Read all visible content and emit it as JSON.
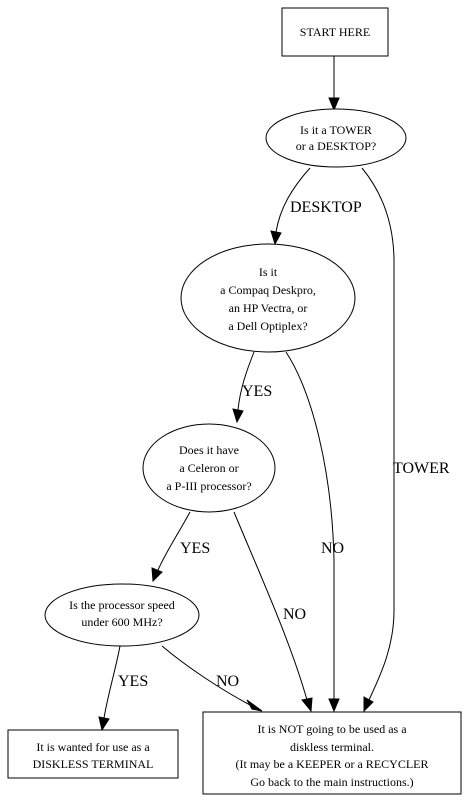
{
  "nodes": {
    "start": {
      "lines": [
        "START HERE"
      ]
    },
    "tower_desktop": {
      "lines": [
        "Is it a TOWER",
        "or a DESKTOP?"
      ]
    },
    "brand": {
      "lines": [
        "Is it",
        "a Compaq Deskpro,",
        "an HP Vectra, or",
        "a Dell Optiplex?"
      ]
    },
    "processor": {
      "lines": [
        "Does it have",
        "a Celeron or",
        "a P-III processor?"
      ]
    },
    "speed": {
      "lines": [
        "Is the processor speed",
        "under 600 MHz?"
      ]
    },
    "diskless": {
      "lines": [
        "It is wanted for use as a",
        "DISKLESS TERMINAL"
      ]
    },
    "not_diskless": {
      "lines": [
        "It is NOT going to be used as a",
        "diskless terminal.",
        "(It may be a KEEPER or a RECYCLER",
        "Go back to the main instructions.)"
      ]
    }
  },
  "edges": {
    "desktop": "DESKTOP",
    "tower": "TOWER",
    "brand_yes": "YES",
    "brand_no": "NO",
    "processor_yes": "YES",
    "processor_no": "NO",
    "speed_yes": "YES",
    "speed_no": "NO"
  }
}
